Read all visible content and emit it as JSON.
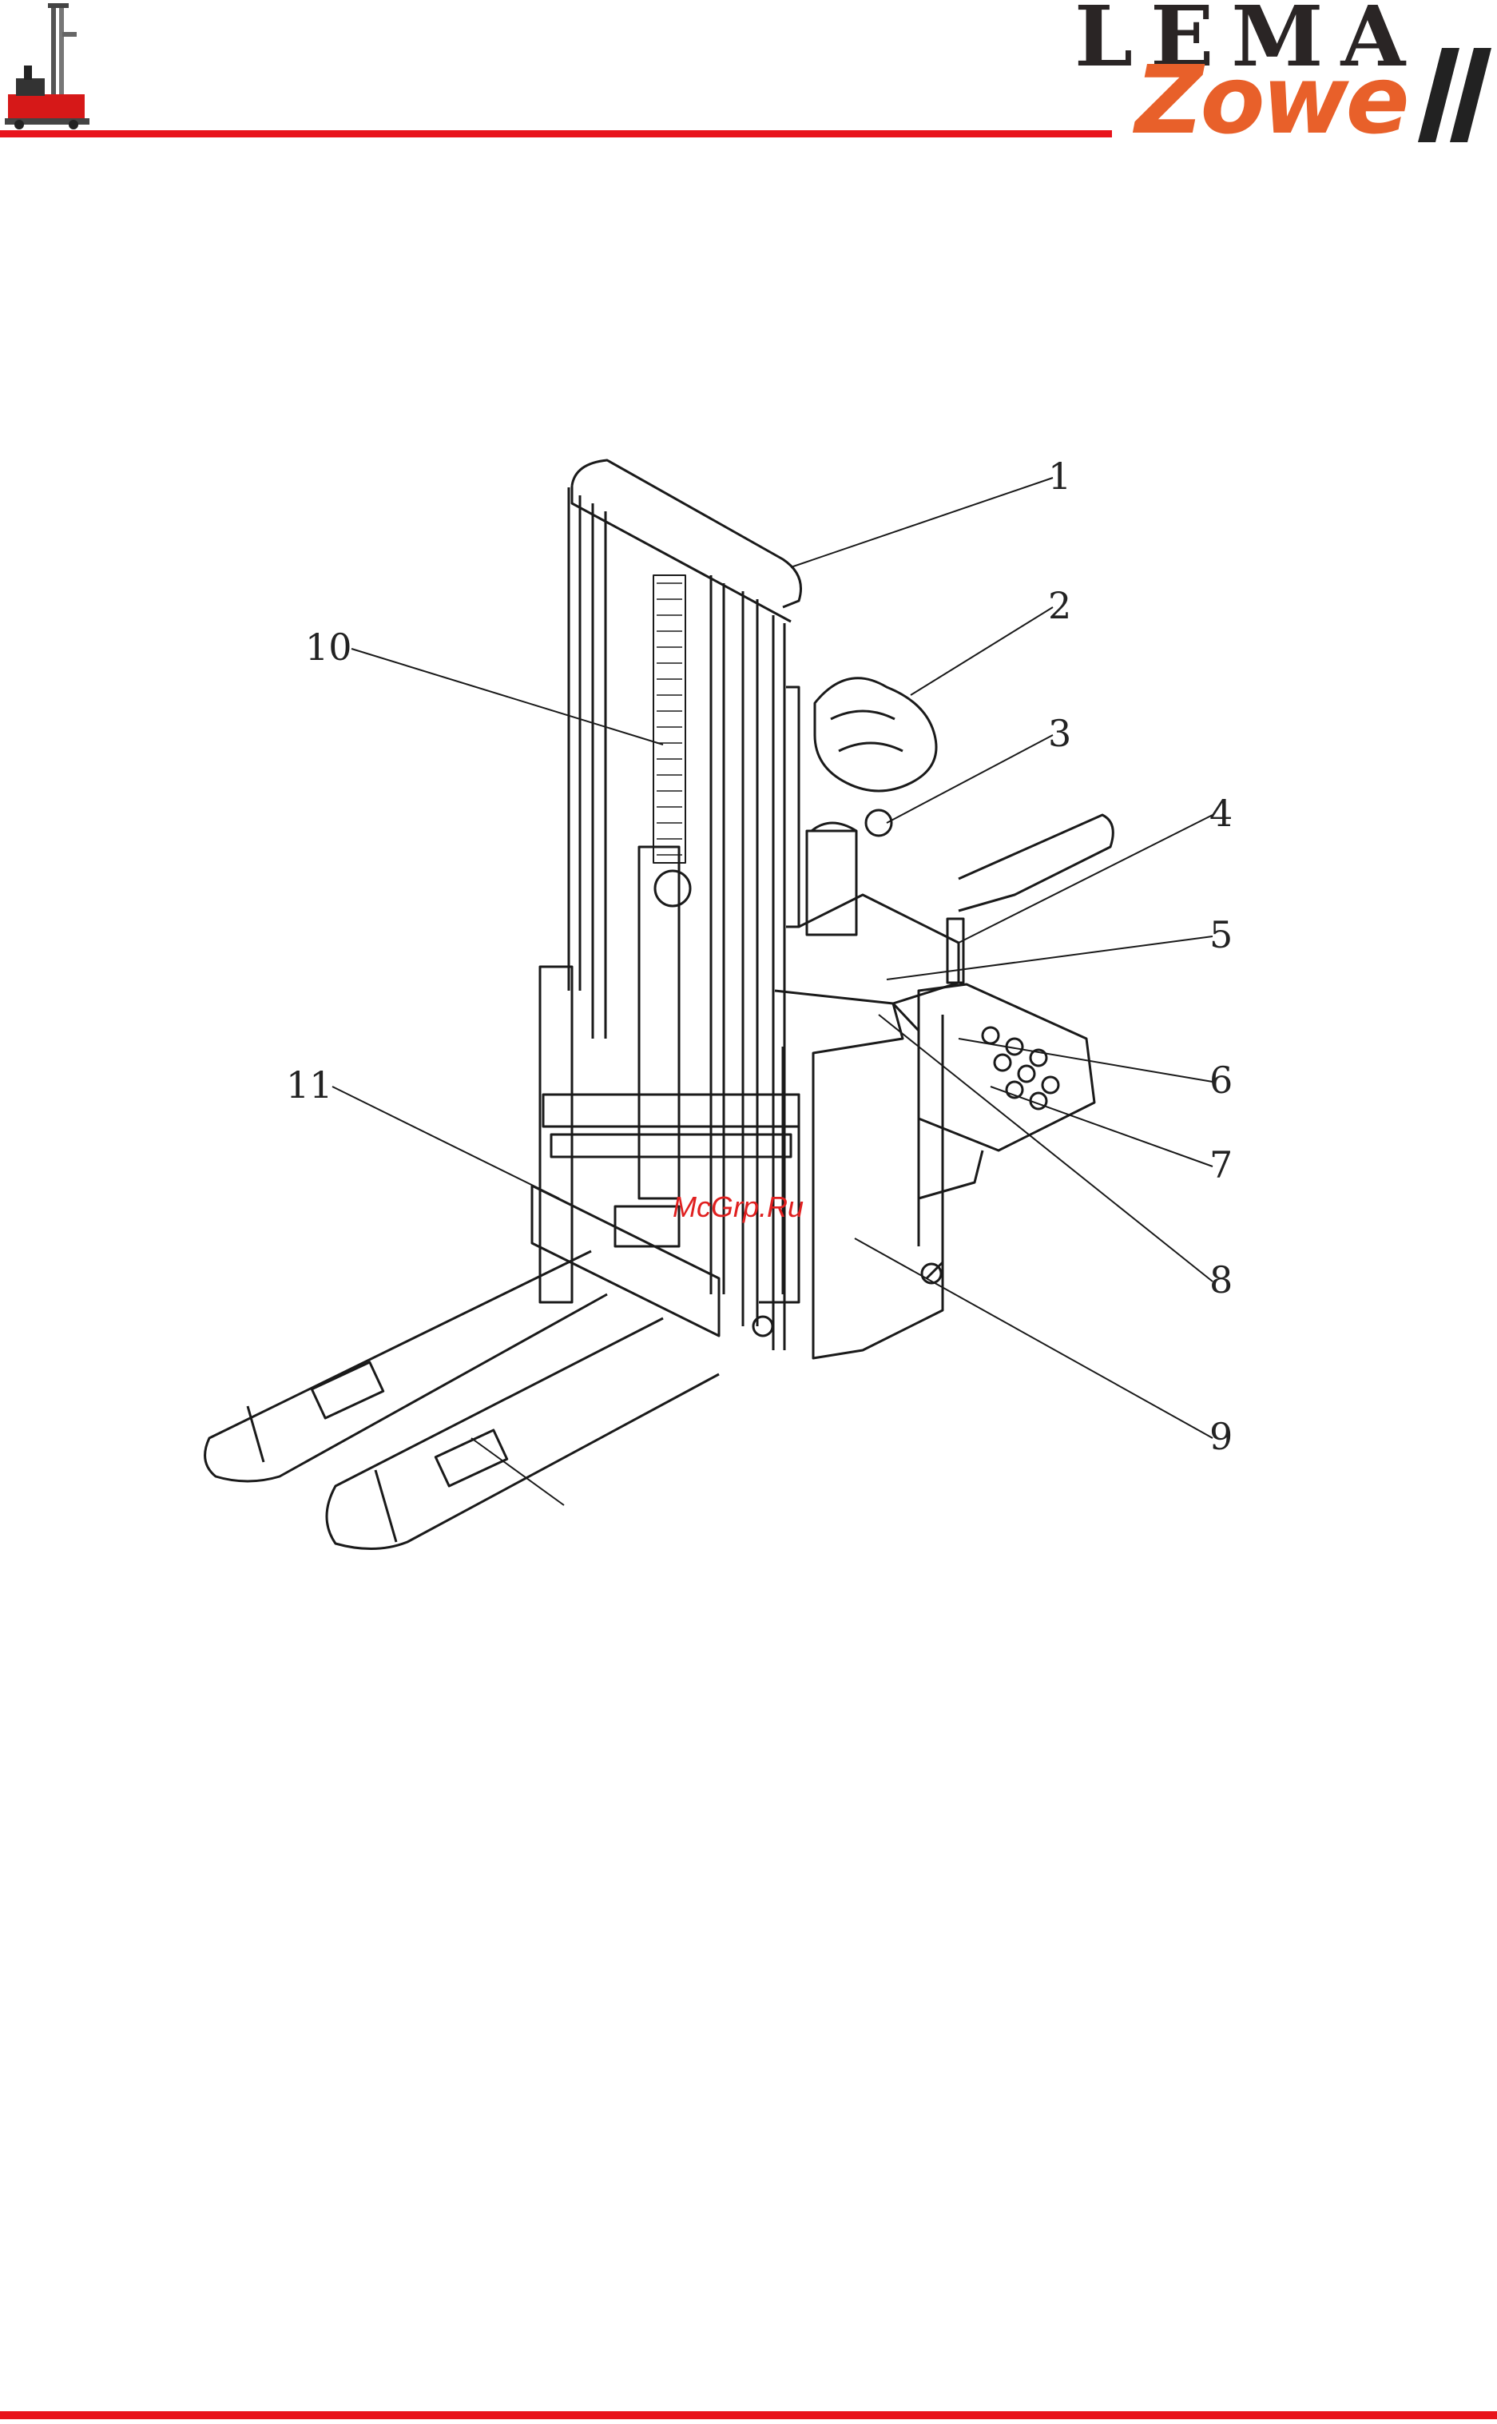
{
  "header": {
    "logo": {
      "line1": "LEMA",
      "line2": "Zowe"
    },
    "accent_color": "#e8131b",
    "logo_orange": "#e8602a",
    "thumbnail_icon": "stacker-thumbnail-icon"
  },
  "diagram": {
    "callouts": [
      "1",
      "2",
      "3",
      "4",
      "5",
      "6",
      "7",
      "8",
      "9",
      "10",
      "11"
    ]
  },
  "watermark": "McGrp.Ru"
}
